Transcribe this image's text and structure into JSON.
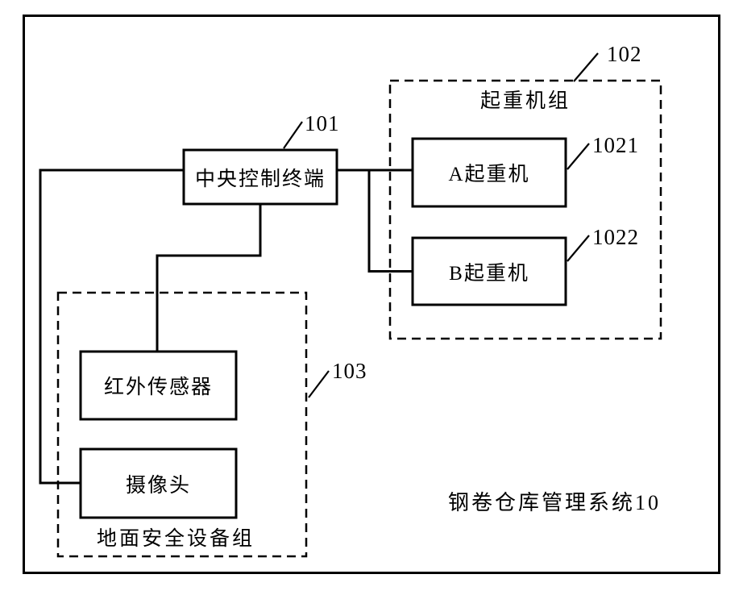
{
  "colors": {
    "ink": "#000000",
    "paper": "#ffffff"
  },
  "figure": {
    "caption": "钢卷仓库管理系统10",
    "nodes": {
      "central": {
        "label": "中央控制终端",
        "ref": "101"
      },
      "crane_group": {
        "title": "起重机组",
        "ref": "102"
      },
      "crane_a": {
        "label": "A起重机",
        "ref": "1021"
      },
      "crane_b": {
        "label": "B起重机",
        "ref": "1022"
      },
      "ground_group": {
        "title": "地面安全设备组",
        "ref": "103"
      },
      "infrared_sensor": {
        "label": "红外传感器"
      },
      "camera": {
        "label": "摄像头"
      }
    }
  }
}
